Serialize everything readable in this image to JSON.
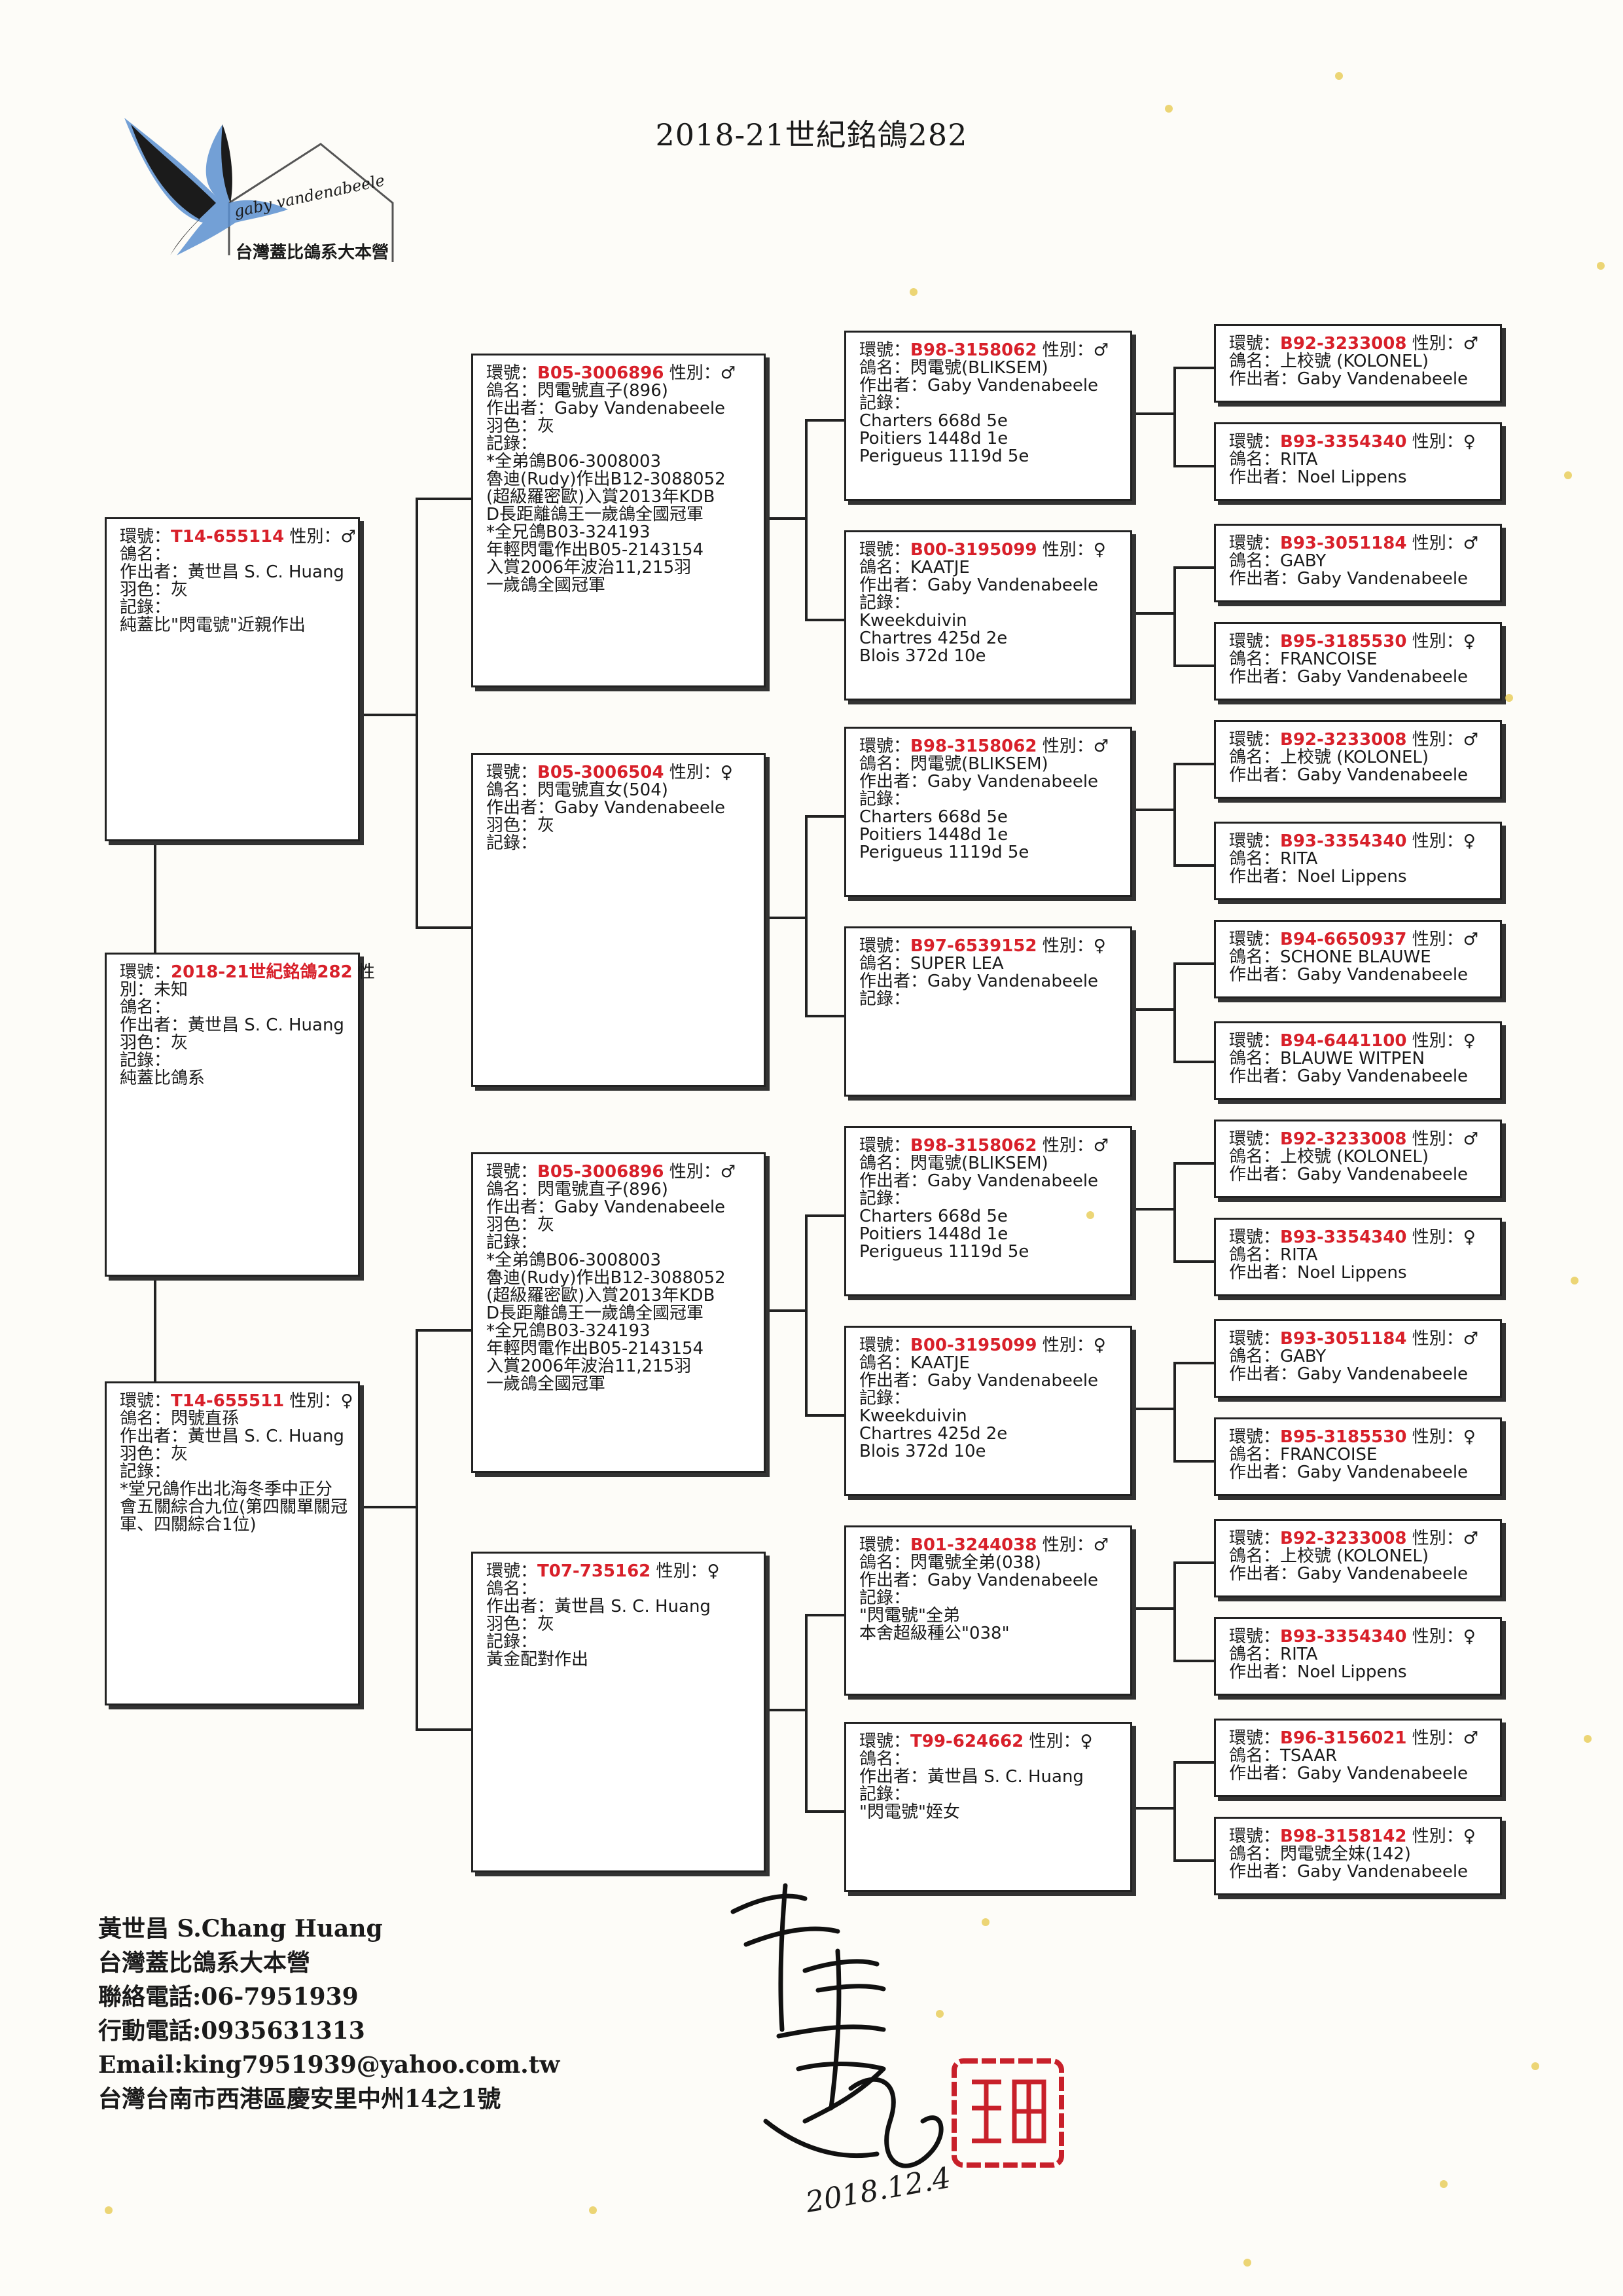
{
  "title": "2018-21世紀銘鴿282",
  "logo": {
    "brand_text": "gaby vandenabeele",
    "org_text": "台灣蓋比鴿系大本營"
  },
  "labels": {
    "ring": "環號：",
    "sex": " 性別：",
    "name": "鴿名：",
    "breeder": "作出者：",
    "color": "羽色：",
    "record": "記錄："
  },
  "birds": {
    "subject": {
      "ring": "2018-21世紀銘鴿282",
      "sex": "性",
      "lines": [
        "別：未知",
        "鴿名：",
        "作出者：黃世昌 S. C. Huang",
        "羽色：灰",
        "記錄：",
        "純蓋比鴿系"
      ]
    },
    "sire": {
      "ring": "T14-655114",
      "sex": "♂",
      "lines": [
        "鴿名：",
        "作出者：黃世昌 S. C. Huang",
        "羽色：灰",
        "記錄：",
        "純蓋比\"閃電號\"近親作出"
      ]
    },
    "dam": {
      "ring": "T14-655511",
      "sex": "♀",
      "lines": [
        "鴿名：閃號直孫",
        "作出者：黃世昌 S. C. Huang",
        "羽色：灰",
        "記錄：",
        "*堂兄鴿作出北海冬季中正分",
        "會五關綜合九位(第四關單關冠",
        "軍、四關綜合1位)"
      ]
    },
    "ss": {
      "ring": "B05-3006896",
      "sex": "♂",
      "lines": [
        "鴿名：閃電號直子(896)",
        "作出者：Gaby Vandenabeele",
        "羽色：灰",
        "記錄：",
        "*全弟鴿B06-3008003",
        "魯迪(Rudy)作出B12-3088052",
        "(超級羅密歐)入賞2013年KDB",
        "D長距離鴿王一歲鴿全國冠軍",
        "*全兄鴿B03-324193",
        "年輕閃電作出B05-2143154",
        "入賞2006年波治11,215羽",
        "一歲鴿全國冠軍"
      ]
    },
    "sd": {
      "ring": "B05-3006504",
      "sex": "♀",
      "lines": [
        "鴿名：閃電號直女(504)",
        "作出者：Gaby Vandenabeele",
        "羽色：灰",
        "記錄："
      ]
    },
    "ds": {
      "ring": "B05-3006896",
      "sex": "♂",
      "lines": [
        "鴿名：閃電號直子(896)",
        "作出者：Gaby Vandenabeele",
        "羽色：灰",
        "記錄：",
        "*全弟鴿B06-3008003",
        "魯迪(Rudy)作出B12-3088052",
        "(超級羅密歐)入賞2013年KDB",
        "D長距離鴿王一歲鴿全國冠軍",
        "*全兄鴿B03-324193",
        "年輕閃電作出B05-2143154",
        "入賞2006年波治11,215羽",
        "一歲鴿全國冠軍"
      ]
    },
    "dd": {
      "ring": "T07-735162",
      "sex": "♀",
      "lines": [
        "鴿名：",
        "作出者：黃世昌 S. C. Huang",
        "羽色：灰",
        "記錄：",
        "黃金配對作出"
      ]
    },
    "sss": {
      "ring": "B98-3158062",
      "sex": "♂",
      "lines": [
        "鴿名：閃電號(BLIKSEM)",
        "作出者：Gaby Vandenabeele",
        "記錄：",
        "Charters 668d 5e",
        "Poitiers 1448d 1e",
        "Perigueus 1119d 5e"
      ]
    },
    "ssd": {
      "ring": "B00-3195099",
      "sex": "♀",
      "lines": [
        "鴿名：KAATJE",
        "作出者：Gaby Vandenabeele",
        "記錄：",
        "Kweekduivin",
        "Chartres 425d 2e",
        "Blois 372d 10e"
      ]
    },
    "sds": {
      "ring": "B98-3158062",
      "sex": "♂",
      "lines": [
        "鴿名：閃電號(BLIKSEM)",
        "作出者：Gaby Vandenabeele",
        "記錄：",
        "Charters 668d 5e",
        "Poitiers 1448d 1e",
        "Perigueus 1119d 5e"
      ]
    },
    "sdd": {
      "ring": "B97-6539152",
      "sex": "♀",
      "lines": [
        "鴿名：SUPER LEA",
        "作出者：Gaby Vandenabeele",
        "記錄："
      ]
    },
    "dss": {
      "ring": "B98-3158062",
      "sex": "♂",
      "lines": [
        "鴿名：閃電號(BLIKSEM)",
        "作出者：Gaby Vandenabeele",
        "記錄：",
        "Charters 668d 5e",
        "Poitiers 1448d 1e",
        "Perigueus 1119d 5e"
      ]
    },
    "dsd": {
      "ring": "B00-3195099",
      "sex": "♀",
      "lines": [
        "鴿名：KAATJE",
        "作出者：Gaby Vandenabeele",
        "記錄：",
        "Kweekduivin",
        "Chartres 425d 2e",
        "Blois 372d 10e"
      ]
    },
    "dds": {
      "ring": "B01-3244038",
      "sex": "♂",
      "lines": [
        "鴿名：閃電號全弟(038)",
        "作出者：Gaby Vandenabeele",
        "記錄：",
        "\"閃電號\"全弟",
        "本舍超級種公\"038\""
      ]
    },
    "ddd": {
      "ring": "T99-624662",
      "sex": "♀",
      "lines": [
        "鴿名：",
        "作出者：黃世昌 S. C. Huang",
        "記錄：",
        "\"閃電號\"姪女"
      ]
    },
    "g1": {
      "ring": "B92-3233008",
      "sex": "♂",
      "lines": [
        "鴿名：上校號 (KOLONEL)",
        "作出者：Gaby Vandenabeele"
      ]
    },
    "g2": {
      "ring": "B93-3354340",
      "sex": "♀",
      "lines": [
        "鴿名：RITA",
        "作出者：Noel Lippens"
      ]
    },
    "g3": {
      "ring": "B93-3051184",
      "sex": "♂",
      "lines": [
        "鴿名：GABY",
        "作出者：Gaby Vandenabeele"
      ]
    },
    "g4": {
      "ring": "B95-3185530",
      "sex": "♀",
      "lines": [
        "鴿名：FRANCOISE",
        "作出者：Gaby Vandenabeele"
      ]
    },
    "g5": {
      "ring": "B92-3233008",
      "sex": "♂",
      "lines": [
        "鴿名：上校號 (KOLONEL)",
        "作出者：Gaby Vandenabeele"
      ]
    },
    "g6": {
      "ring": "B93-3354340",
      "sex": "♀",
      "lines": [
        "鴿名：RITA",
        "作出者：Noel Lippens"
      ]
    },
    "g7": {
      "ring": "B94-6650937",
      "sex": "♂",
      "lines": [
        "鴿名：SCHONE BLAUWE",
        "作出者：Gaby Vandenabeele"
      ]
    },
    "g8": {
      "ring": "B94-6441100",
      "sex": "♀",
      "lines": [
        "鴿名：BLAUWE WITPEN",
        "作出者：Gaby Vandenabeele"
      ]
    },
    "g9": {
      "ring": "B92-3233008",
      "sex": "♂",
      "lines": [
        "鴿名：上校號 (KOLONEL)",
        "作出者：Gaby Vandenabeele"
      ]
    },
    "g10": {
      "ring": "B93-3354340",
      "sex": "♀",
      "lines": [
        "鴿名：RITA",
        "作出者：Noel Lippens"
      ]
    },
    "g11": {
      "ring": "B93-3051184",
      "sex": "♂",
      "lines": [
        "鴿名：GABY",
        "作出者：Gaby Vandenabeele"
      ]
    },
    "g12": {
      "ring": "B95-3185530",
      "sex": "♀",
      "lines": [
        "鴿名：FRANCOISE",
        "作出者：Gaby Vandenabeele"
      ]
    },
    "g13": {
      "ring": "B92-3233008",
      "sex": "♂",
      "lines": [
        "鴿名：上校號 (KOLONEL)",
        "作出者：Gaby Vandenabeele"
      ]
    },
    "g14": {
      "ring": "B93-3354340",
      "sex": "♀",
      "lines": [
        "鴿名：RITA",
        "作出者：Noel Lippens"
      ]
    },
    "g15": {
      "ring": "B96-3156021",
      "sex": "♂",
      "lines": [
        "鴿名：TSAAR",
        "作出者：Gaby Vandenabeele"
      ]
    },
    "g16": {
      "ring": "B98-3158142",
      "sex": "♀",
      "lines": [
        "鴿名：閃電號全妹(142)",
        "作出者：Gaby Vandenabeele"
      ]
    }
  },
  "footer": {
    "name": "黃世昌 S.Chang Huang",
    "org": "台灣蓋比鴿系大本營",
    "phone": "聯絡電話:06-7951939",
    "mobile": "行動電話:0935631313",
    "email": "Email:king7951939@yahoo.com.tw",
    "address": "台灣台南市西港區慶安里中州14之1號"
  },
  "signature": {
    "date": "2018.12.4"
  },
  "colors": {
    "ring_red": "#d8202a",
    "seal_red": "#c8202a",
    "dove_blue": "#5a8fd0"
  }
}
